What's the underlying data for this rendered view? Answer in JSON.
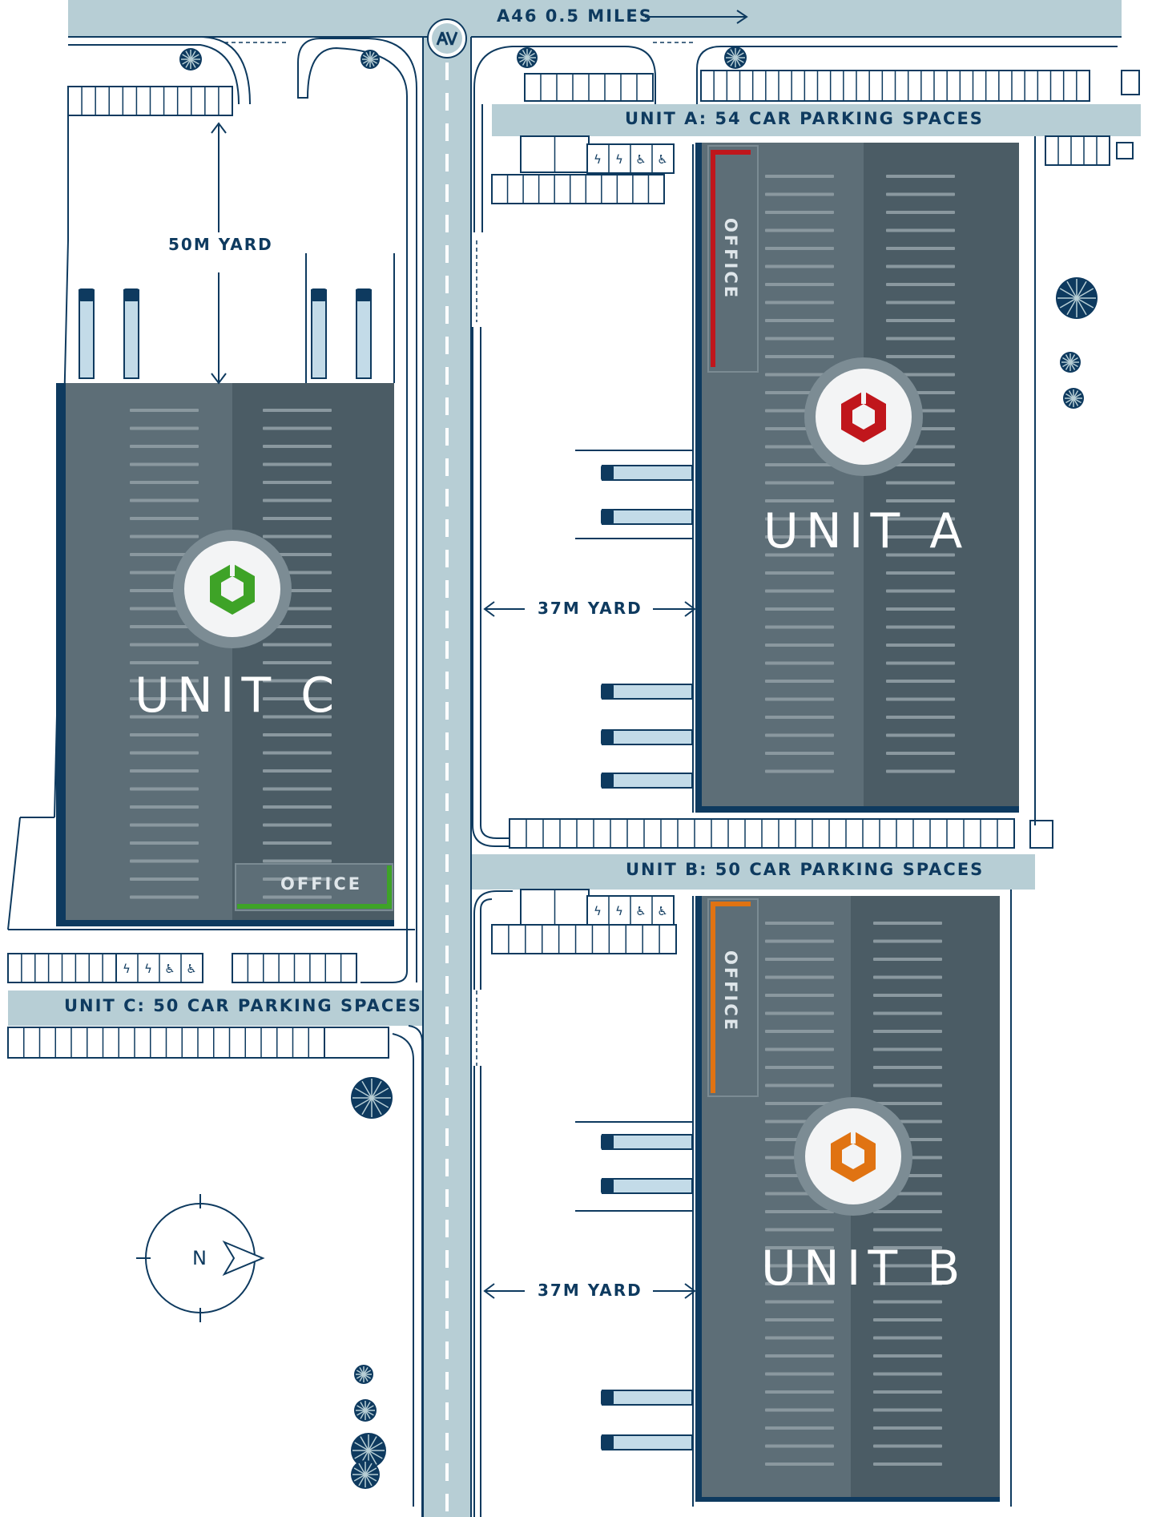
{
  "roads": {
    "top_label": "A46 0.5 MILES",
    "top_badge_icon": "direction-arrows-icon"
  },
  "parking": {
    "unit_a": "UNIT A: 54 CAR PARKING SPACES",
    "unit_b": "UNIT B: 50 CAR PARKING SPACES",
    "unit_c": "UNIT C: 50 CAR PARKING SPACES"
  },
  "yards": {
    "unit_c": "50M YARD",
    "unit_a": "37M YARD",
    "unit_b": "37M YARD"
  },
  "units": [
    {
      "id": "a",
      "label": "UNIT A",
      "office": "OFFICE",
      "accent": "#c0161c",
      "icon": "unit-a-logo-icon"
    },
    {
      "id": "b",
      "label": "UNIT B",
      "office": "OFFICE",
      "accent": "#e07312",
      "icon": "unit-b-logo-icon"
    },
    {
      "id": "c",
      "label": "UNIT C",
      "office": "OFFICE",
      "accent": "#3ea327",
      "icon": "unit-c-logo-icon"
    }
  ],
  "compass": {
    "letter": "N",
    "icon": "north-arrow-icon"
  },
  "bay_icons": [
    "ev-charging-icon",
    "ev-charging-icon",
    "accessible-parking-icon",
    "accessible-parking-icon"
  ],
  "colors": {
    "road": "#b7ced5",
    "outline": "#0e3a5f",
    "roof_light": "#5d6e77",
    "roof_dark": "#4b5c65",
    "building_shadow": "#0e3a5f",
    "white": "#ffffff"
  }
}
